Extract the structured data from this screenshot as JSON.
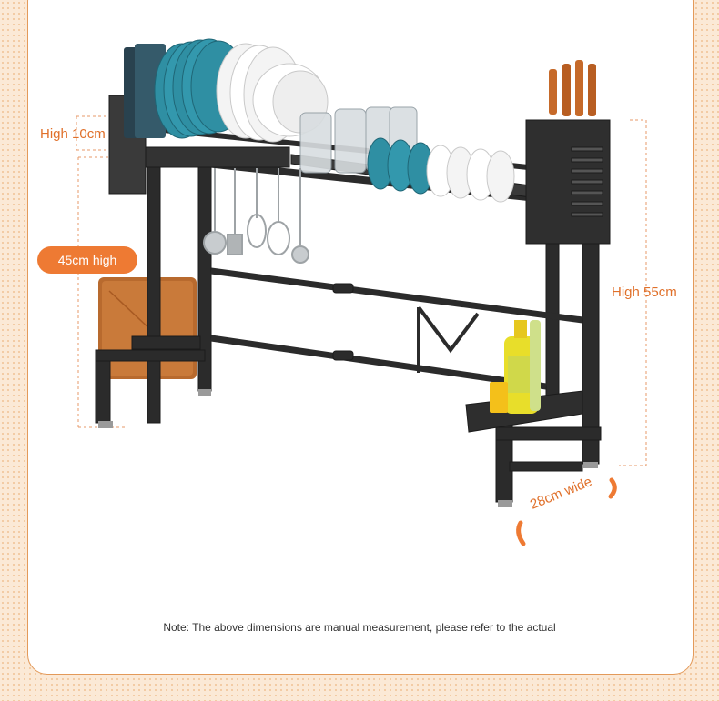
{
  "dimensions": {
    "height_top": "High 10cm",
    "height_lower": "45cm high",
    "height_total": "High 55cm",
    "width_depth": "28cm wide"
  },
  "note": "Note: The above dimensions are manual measurement, please refer to the actual",
  "colors": {
    "accent": "#ee7a33",
    "rack": "#2b2b2b",
    "plate_teal": "#2f8fa3",
    "card_border": "#e39a5a"
  }
}
